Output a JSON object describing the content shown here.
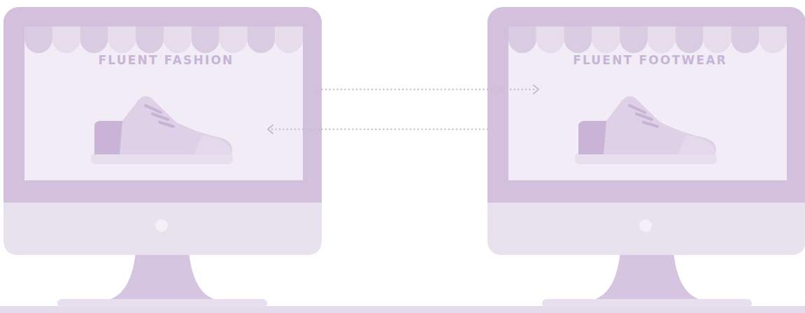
{
  "diagram": {
    "nodes": [
      {
        "text": [
          "FLUENT FASHION"
        ]
      },
      {
        "text": [
          "FLUENT FOOTWEAR"
        ]
      }
    ],
    "edges": [
      {
        "from": 0,
        "to": 1,
        "arrow": "to"
      },
      {
        "from": 1,
        "to": 0,
        "arrow": "to"
      }
    ]
  }
}
